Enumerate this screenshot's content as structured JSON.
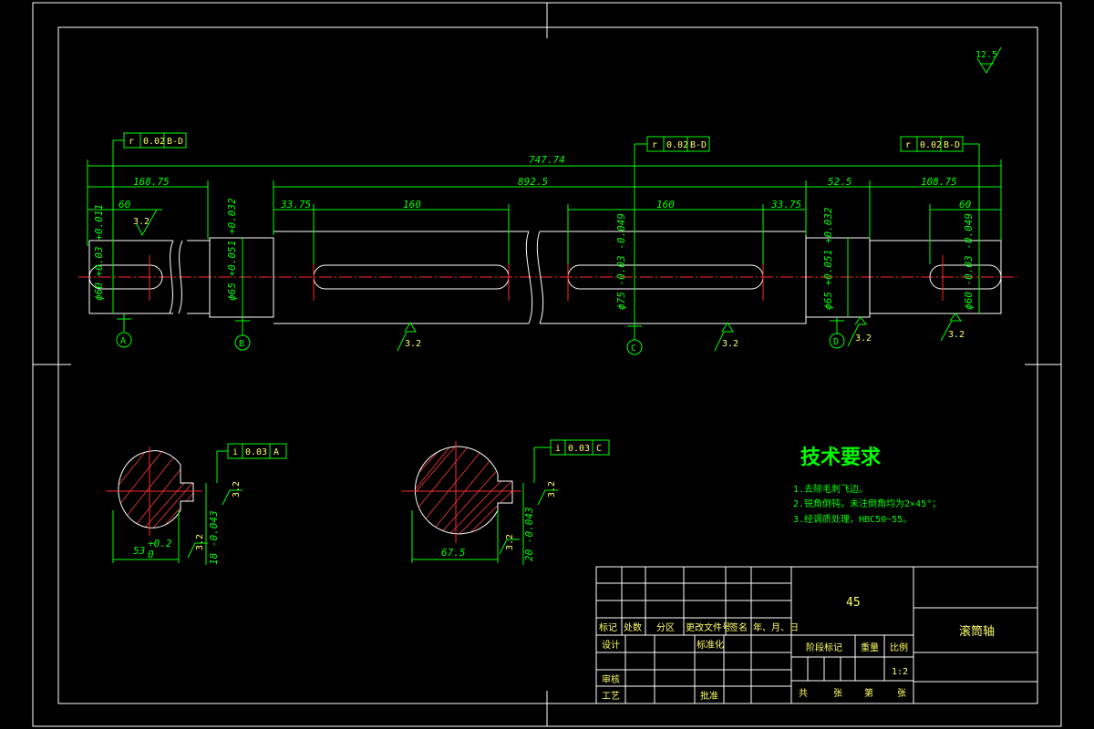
{
  "roughness_global": "12.5",
  "datums": [
    "A",
    "B",
    "C",
    "D"
  ],
  "tolerance_frames": [
    {
      "sym": "r",
      "val": "0.02",
      "ref": "B-D"
    },
    {
      "sym": "r",
      "val": "0.02",
      "ref": "B-D"
    },
    {
      "sym": "r",
      "val": "0.02",
      "ref": "B-D"
    },
    {
      "sym": "i",
      "val": "0.03",
      "ref": "A"
    },
    {
      "sym": "i",
      "val": "0.03",
      "ref": "C"
    }
  ],
  "dimensions": {
    "overall": "747.74",
    "inner": "892.5",
    "left_seg": "168.75",
    "right_seg": "108.75",
    "left_key": "60",
    "right_key": "60",
    "mid_left_offset": "33.75",
    "mid_right_offset": "33.75",
    "slot_left": "160",
    "slot_right": "160",
    "right_short": "52.5",
    "rough_left": "3.2",
    "rough_slot_left": "3.2",
    "rough_slot_right": "3.2",
    "rough_d": "3.2",
    "rough_right": "3.2"
  },
  "diameters": {
    "d1": "ϕ60 +0.03 +0.011",
    "d2": "ϕ65 +0.051 +0.032",
    "d3": "ϕ75 -0.03 -0.049",
    "d4": "ϕ65 +0.051 +0.032",
    "d5": "ϕ60 -0.03 -0.049"
  },
  "sections": {
    "left": {
      "width": "53",
      "tol_top": "+0.2",
      "tol_bot": "0",
      "key": "18 -0.043",
      "rough1": "3.2",
      "rough2": "3.2"
    },
    "right": {
      "width": "67.5",
      "key": "20 -0.043",
      "rough1": "3.2",
      "rough2": "3.2"
    }
  },
  "tech": {
    "title": "技术要求",
    "items": [
      "1.去除毛刺飞边。",
      "2.锐角倒钝，未注倒角均为2×45°；",
      "3.经调质处理，HBC50~55。"
    ]
  },
  "title_block": {
    "material": "45",
    "part_name": "滚筒轴",
    "scale_label": "比例",
    "scale_value": "1:2",
    "stage_label": "阶段标记",
    "weight_label": "重量",
    "std_label": "标准化",
    "header": [
      "标记",
      "处数",
      "分区",
      "更改文件号",
      "签名",
      "年、月、日"
    ],
    "row_design": "设计",
    "row_check": "审核",
    "row_process": "工艺",
    "row_approve": "批准",
    "footer": [
      "共",
      "张",
      "第",
      "张"
    ]
  }
}
